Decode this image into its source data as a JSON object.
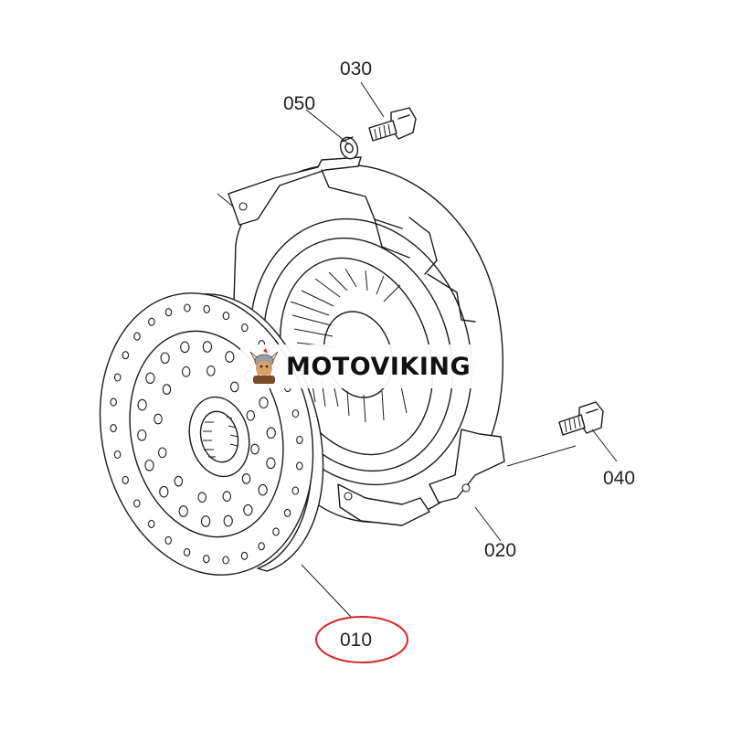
{
  "brand": {
    "name": "MOTOVIKING",
    "logo_icon": "viking-mascot-icon"
  },
  "highlight_color": "#d62828",
  "callouts": [
    {
      "id": "010",
      "text": "010",
      "part": "clutch-disc",
      "highlighted": true
    },
    {
      "id": "020",
      "text": "020",
      "part": "pressure-plate"
    },
    {
      "id": "030",
      "text": "030",
      "part": "bolt"
    },
    {
      "id": "040",
      "text": "040",
      "part": "bolt"
    },
    {
      "id": "050",
      "text": "050",
      "part": "lock-washer"
    }
  ]
}
